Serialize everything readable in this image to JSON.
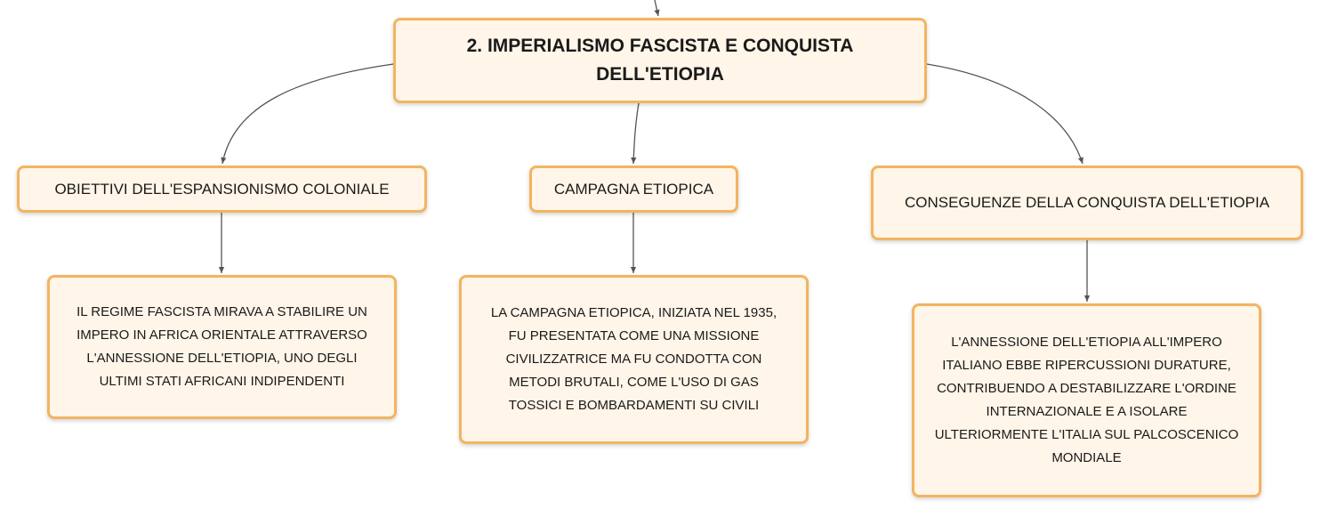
{
  "root": {
    "title": "2. IMPERIALISMO FASCISTA E CONQUISTA\nDELL'ETIOPIA"
  },
  "branches": [
    {
      "label": "OBIETTIVI DELL'ESPANSIONISMO COLONIALE",
      "detail": "IL REGIME FASCISTA MIRAVA A STABILIRE UN\nIMPERO IN AFRICA ORIENTALE ATTRAVERSO\nL'ANNESSIONE DELL'ETIOPIA, UNO DEGLI\nULTIMI STATI AFRICANI INDIPENDENTI"
    },
    {
      "label": "CAMPAGNA ETIOPICA",
      "detail": "LA CAMPAGNA ETIOPICA, INIZIATA NEL 1935,\nFU PRESENTATA COME UNA MISSIONE\nCIVILIZZATRICE MA FU CONDOTTA CON\nMETODI BRUTALI, COME L'USO DI GAS\nTOSSICI E BOMBARDAMENTI SU CIVILI"
    },
    {
      "label": "CONSEGUENZE DELLA CONQUISTA DELL'ETIOPIA",
      "detail": "L'ANNESSIONE DELL'ETIOPIA ALL'IMPERO\nITALIANO EBBE RIPERCUSSIONI DURATURE,\nCONTRIBUENDO A DESTABILIZZARE L'ORDINE\nINTERNAZIONALE E A ISOLARE\nULTERIORMENTE L'ITALIA SUL PALCOSCENICO\nMONDIALE"
    }
  ],
  "colors": {
    "node_fill": "#fff5e8",
    "node_border": "#f3b461",
    "connector": "#555555",
    "text": "#1a1a1a"
  }
}
